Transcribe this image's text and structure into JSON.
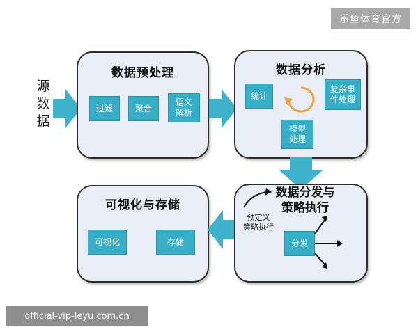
{
  "watermark_top": "乐鱼体育官方",
  "watermark_bottom": "official-vip-leyu.com.cn",
  "source": {
    "chars": [
      "源",
      "数",
      "据"
    ]
  },
  "preprocess": {
    "title": "数据预处理",
    "items": [
      "过滤",
      "聚合",
      "语义\n解析"
    ]
  },
  "analysis": {
    "title": "数据分析",
    "items": [
      "统计",
      "复杂事\n件处理",
      "模型\n处理"
    ]
  },
  "distribution": {
    "title": "数据分发与\n策略执行",
    "predefined": "预定义\n策略执行",
    "item": "分发"
  },
  "vis_storage": {
    "title": "可视化与存储",
    "items": [
      "可视化",
      "存储"
    ]
  },
  "colors": {
    "accent": "#36aec8",
    "panel": "#e9eef6",
    "arrow": "#3fb2cb",
    "orange": "#f0a23a"
  }
}
